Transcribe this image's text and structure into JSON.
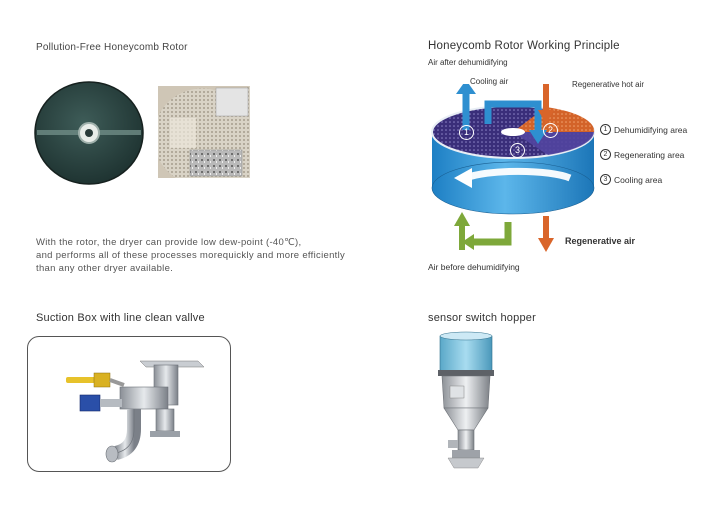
{
  "rotor": {
    "title": "Pollution-Free Honeycomb Rotor",
    "description": [
      "With the rotor, the dryer can provide low dew-point (-40℃),",
      "and performs all of these processes morequickly and more efficiently",
      "than any other dryer available."
    ]
  },
  "principle": {
    "title": "Honeycomb Rotor Working Principle",
    "air_after": "Air after dehumidifying",
    "cooling_air": "Cooling air",
    "regen_hot_air": "Regenerative hot air",
    "regen_air": "Regenerative air",
    "air_before": "Air before dehumidifying",
    "zone_numbers": [
      "1",
      "2",
      "3"
    ],
    "legend": [
      {
        "num": "1",
        "label": "Dehumidifying area"
      },
      {
        "num": "2",
        "label": "Regenerating area"
      },
      {
        "num": "3",
        "label": "Cooling area"
      }
    ],
    "colors": {
      "blue": "#2e8fd0",
      "orange": "#d9652a",
      "green": "#7ea83a",
      "navy": "#3b2f7a"
    }
  },
  "suction": {
    "title": "Suction Box with line clean vallve"
  },
  "hopper": {
    "title": "sensor switch hopper"
  }
}
